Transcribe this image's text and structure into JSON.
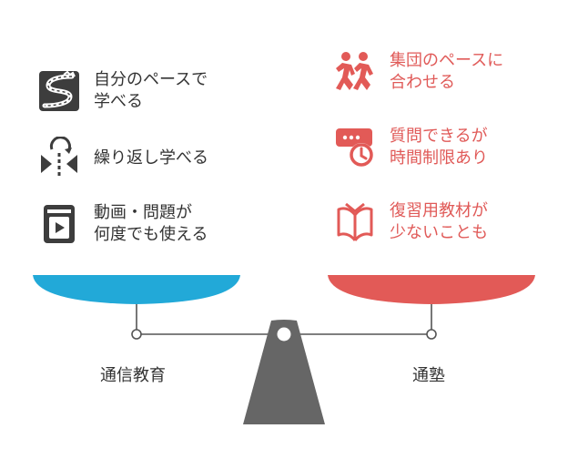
{
  "left": {
    "label": "通信教育",
    "color": "#22a9d8",
    "items": [
      {
        "text": "自分のペースで\n学べる",
        "icon": "road-icon"
      },
      {
        "text": "繰り返し学べる",
        "icon": "replay-icon"
      },
      {
        "text": "動画・問題が\n何度でも使える",
        "icon": "video-book-icon"
      }
    ]
  },
  "right": {
    "label": "通塾",
    "color": "#e25a57",
    "items": [
      {
        "text": "集団のペースに\n合わせる",
        "icon": "group-running-icon"
      },
      {
        "text": "質問できるが\n時間制限あり",
        "icon": "timer-chat-icon"
      },
      {
        "text": "復習用教材が\n少ないことも",
        "icon": "open-book-icon"
      }
    ]
  }
}
